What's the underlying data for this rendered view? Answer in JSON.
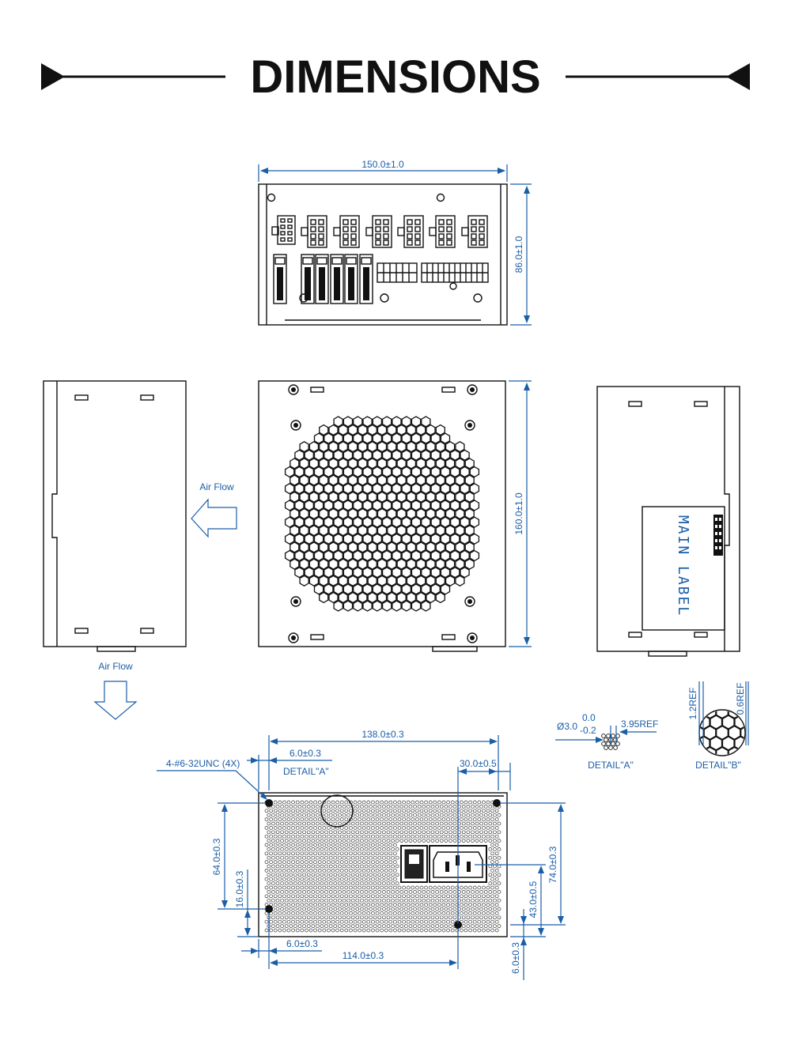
{
  "title": "DIMENSIONS",
  "top_view": {
    "width_dim": "150.0±1.0",
    "height_dim": "86.0±1.0"
  },
  "side_views": {
    "fan_height_dim": "160.0±1.0",
    "airflow_label_1": "Air Flow",
    "airflow_label_2": "Air Flow",
    "main_label": "MAIN LABEL"
  },
  "rear_view": {
    "overall_width": "138.0±0.3",
    "left_offset_top": "6.0±0.3",
    "detail_a_ref": "DETAIL\"A\"",
    "screw_spec": "4-#6-32UNC (4X)",
    "socket_offset": "30.0±0.5",
    "left_height": "64.0±0.3",
    "left_lower": "16.0±0.3",
    "right_height": "74.0±0.3",
    "right_mid": "43.0±0.5",
    "bottom_left_offset": "6.0±0.3",
    "bottom_width": "114.0±0.3",
    "bottom_right_offset": "6.0±0.3"
  },
  "detail_a": {
    "diameter": "Ø3.0",
    "tol_upper": "0.0",
    "tol_lower": "-0.2",
    "pitch": "3.95REF",
    "label": "DETAIL\"A\""
  },
  "detail_b": {
    "dim_left": "1.2REF",
    "dim_right": "0.6REF",
    "label": "DETAIL\"B\""
  },
  "colors": {
    "dimension": "#1a5ea8",
    "outline": "#111111"
  }
}
